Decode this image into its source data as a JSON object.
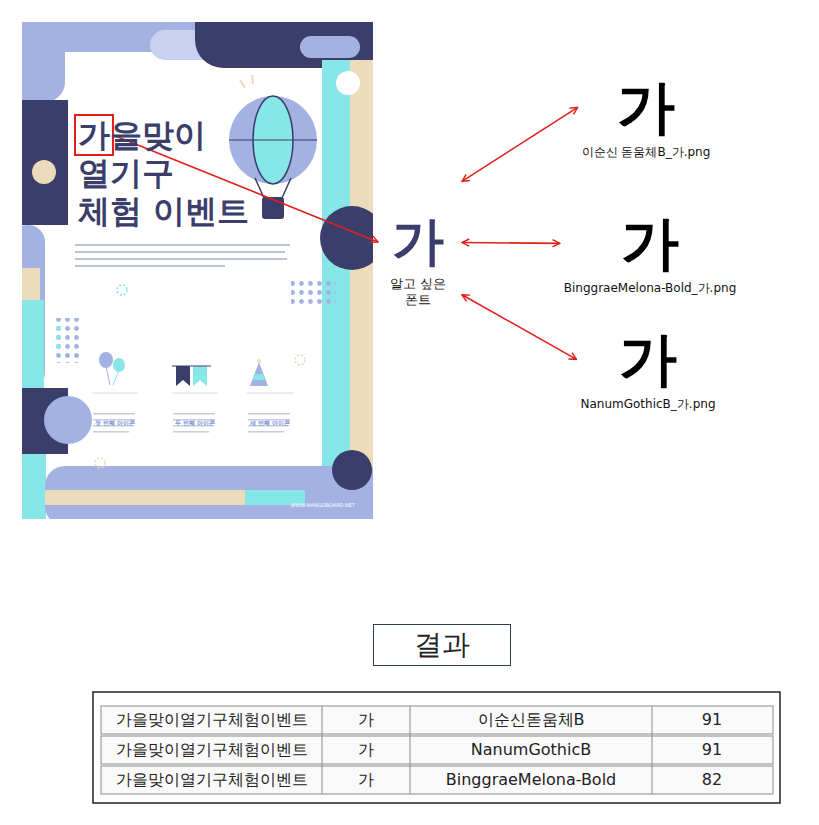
{
  "diagram": {
    "nodes": [
      {
        "text": [
          "가을맞이 열기구 체험 이벤트",
          "첫 번째 아이콘",
          "두 번째 아이콘",
          "세 번째 아이콘",
          "WWW.MANGOBOARD.NET"
        ]
      },
      {
        "text": [
          "가",
          "알고 싶은 폰트"
        ]
      },
      {
        "text": [
          "가",
          "이순신 돋움체B_가.png"
        ]
      },
      {
        "text": [
          "가",
          "BinggraeMelona-Bold_가.png"
        ]
      },
      {
        "text": [
          "가",
          "NanumGothicB_가.png"
        ]
      },
      {
        "text": [
          "결과"
        ]
      }
    ],
    "edges": [
      {
        "from": 0,
        "to": 1,
        "arrow": "to"
      },
      {
        "from": 1,
        "to": 2,
        "arrow": "both"
      },
      {
        "from": 1,
        "to": 3,
        "arrow": "both"
      },
      {
        "from": 1,
        "to": 4,
        "arrow": "both"
      }
    ],
    "labels": [
      "가을맞이열기구체험이벤트",
      "가",
      "이순신돋움체B",
      "91",
      "가을맞이열기구체험이벤트",
      "가",
      "NanumGothicB",
      "91",
      "가을맞이열기구체험이벤트",
      "가",
      "BinggraeMelona-Bold",
      "82"
    ]
  }
}
